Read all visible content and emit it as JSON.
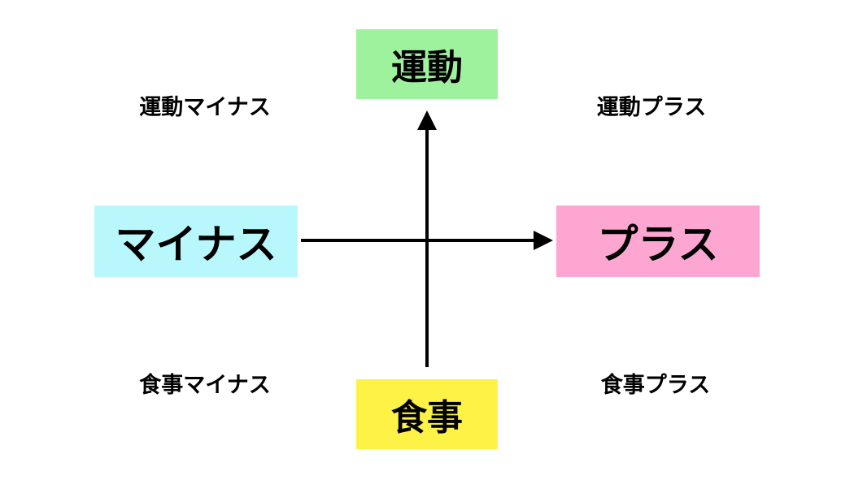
{
  "axes": {
    "top": {
      "label": "運動",
      "color": "#9ff29d"
    },
    "bottom": {
      "label": "食事",
      "color": "#fef247"
    },
    "left": {
      "label": "マイナス",
      "color": "#b8f8fc"
    },
    "right": {
      "label": "プラス",
      "color": "#fea6d2"
    }
  },
  "quadrants": {
    "top_left": "運動マイナス",
    "top_right": "運動プラス",
    "bottom_left": "食事マイナス",
    "bottom_right": "食事プラス"
  },
  "arrow_color": "#000000"
}
